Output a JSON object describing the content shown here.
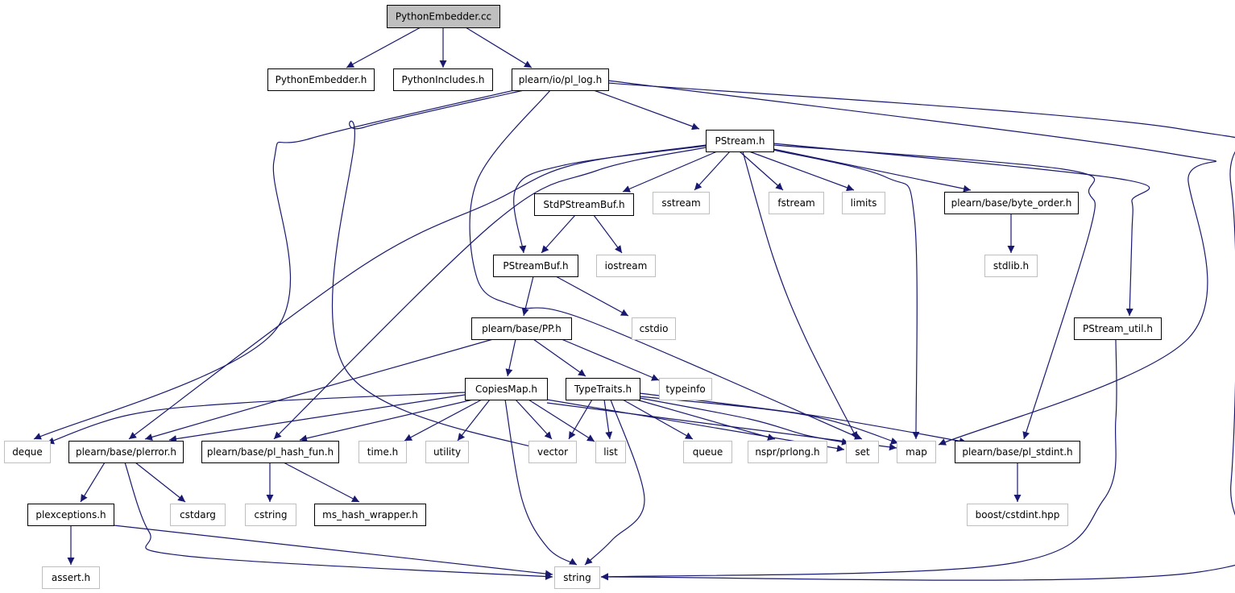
{
  "diagram": {
    "type": "include-dependency-graph",
    "colors": {
      "edge": "#191970",
      "root_fill": "#bfbfbf",
      "node_border": "#000000",
      "external_border": "#bfbfbf",
      "text": "#000000"
    },
    "nodes": [
      {
        "id": "n0",
        "label": "PythonEmbedder.cc",
        "kind": "root"
      },
      {
        "id": "n1",
        "label": "PythonEmbedder.h",
        "kind": "project"
      },
      {
        "id": "n2",
        "label": "PythonIncludes.h",
        "kind": "project"
      },
      {
        "id": "n3",
        "label": "plearn/io/pl_log.h",
        "kind": "project"
      },
      {
        "id": "n4",
        "label": "PStream.h",
        "kind": "project"
      },
      {
        "id": "n5",
        "label": "StdPStreamBuf.h",
        "kind": "project"
      },
      {
        "id": "n6",
        "label": "sstream",
        "kind": "external"
      },
      {
        "id": "n7",
        "label": "fstream",
        "kind": "external"
      },
      {
        "id": "n8",
        "label": "limits",
        "kind": "external"
      },
      {
        "id": "n9",
        "label": "plearn/base/byte_order.h",
        "kind": "project"
      },
      {
        "id": "n10",
        "label": "PStreamBuf.h",
        "kind": "project"
      },
      {
        "id": "n11",
        "label": "iostream",
        "kind": "external"
      },
      {
        "id": "n12",
        "label": "stdlib.h",
        "kind": "external"
      },
      {
        "id": "n13",
        "label": "plearn/base/PP.h",
        "kind": "project"
      },
      {
        "id": "n14",
        "label": "cstdio",
        "kind": "external"
      },
      {
        "id": "n15",
        "label": "PStream_util.h",
        "kind": "project"
      },
      {
        "id": "n16",
        "label": "CopiesMap.h",
        "kind": "project"
      },
      {
        "id": "n17",
        "label": "TypeTraits.h",
        "kind": "project"
      },
      {
        "id": "n18",
        "label": "typeinfo",
        "kind": "external"
      },
      {
        "id": "n19",
        "label": "deque",
        "kind": "external"
      },
      {
        "id": "n20",
        "label": "plearn/base/plerror.h",
        "kind": "project"
      },
      {
        "id": "n21",
        "label": "plearn/base/pl_hash_fun.h",
        "kind": "project"
      },
      {
        "id": "n22",
        "label": "time.h",
        "kind": "external"
      },
      {
        "id": "n23",
        "label": "utility",
        "kind": "external"
      },
      {
        "id": "n24",
        "label": "vector",
        "kind": "external"
      },
      {
        "id": "n25",
        "label": "list",
        "kind": "external"
      },
      {
        "id": "n26",
        "label": "queue",
        "kind": "external"
      },
      {
        "id": "n27",
        "label": "nspr/prlong.h",
        "kind": "external"
      },
      {
        "id": "n28",
        "label": "set",
        "kind": "external"
      },
      {
        "id": "n29",
        "label": "map",
        "kind": "external"
      },
      {
        "id": "n30",
        "label": "plearn/base/pl_stdint.h",
        "kind": "project"
      },
      {
        "id": "n31",
        "label": "plexceptions.h",
        "kind": "project"
      },
      {
        "id": "n32",
        "label": "cstdarg",
        "kind": "external"
      },
      {
        "id": "n33",
        "label": "cstring",
        "kind": "external"
      },
      {
        "id": "n34",
        "label": "ms_hash_wrapper.h",
        "kind": "project"
      },
      {
        "id": "n35",
        "label": "boost/cstdint.hpp",
        "kind": "external"
      },
      {
        "id": "n36",
        "label": "assert.h",
        "kind": "external"
      },
      {
        "id": "n37",
        "label": "string",
        "kind": "external"
      }
    ],
    "edges": [
      [
        "n0",
        "n1"
      ],
      [
        "n0",
        "n2"
      ],
      [
        "n0",
        "n3"
      ],
      [
        "n3",
        "n4"
      ],
      [
        "n3",
        "n19"
      ],
      [
        "n3",
        "n24"
      ],
      [
        "n3",
        "n28"
      ],
      [
        "n3",
        "n29"
      ],
      [
        "n3",
        "n37"
      ],
      [
        "n4",
        "n5"
      ],
      [
        "n4",
        "n6"
      ],
      [
        "n4",
        "n7"
      ],
      [
        "n4",
        "n8"
      ],
      [
        "n4",
        "n9"
      ],
      [
        "n4",
        "n10"
      ],
      [
        "n4",
        "n15"
      ],
      [
        "n4",
        "n20"
      ],
      [
        "n4",
        "n21"
      ],
      [
        "n4",
        "n28"
      ],
      [
        "n4",
        "n29"
      ],
      [
        "n4",
        "n30"
      ],
      [
        "n5",
        "n10"
      ],
      [
        "n5",
        "n11"
      ],
      [
        "n9",
        "n12"
      ],
      [
        "n10",
        "n13"
      ],
      [
        "n10",
        "n14"
      ],
      [
        "n13",
        "n16"
      ],
      [
        "n13",
        "n17"
      ],
      [
        "n13",
        "n18"
      ],
      [
        "n13",
        "n20"
      ],
      [
        "n15",
        "n37"
      ],
      [
        "n16",
        "n19"
      ],
      [
        "n16",
        "n20"
      ],
      [
        "n16",
        "n21"
      ],
      [
        "n16",
        "n22"
      ],
      [
        "n16",
        "n23"
      ],
      [
        "n16",
        "n24"
      ],
      [
        "n16",
        "n25"
      ],
      [
        "n16",
        "n28"
      ],
      [
        "n16",
        "n29"
      ],
      [
        "n16",
        "n37"
      ],
      [
        "n17",
        "n24"
      ],
      [
        "n17",
        "n25"
      ],
      [
        "n17",
        "n26"
      ],
      [
        "n17",
        "n27"
      ],
      [
        "n17",
        "n28"
      ],
      [
        "n17",
        "n29"
      ],
      [
        "n17",
        "n30"
      ],
      [
        "n17",
        "n37"
      ],
      [
        "n20",
        "n31"
      ],
      [
        "n20",
        "n32"
      ],
      [
        "n20",
        "n37"
      ],
      [
        "n21",
        "n33"
      ],
      [
        "n21",
        "n34"
      ],
      [
        "n30",
        "n35"
      ],
      [
        "n31",
        "n36"
      ],
      [
        "n31",
        "n37"
      ]
    ]
  }
}
